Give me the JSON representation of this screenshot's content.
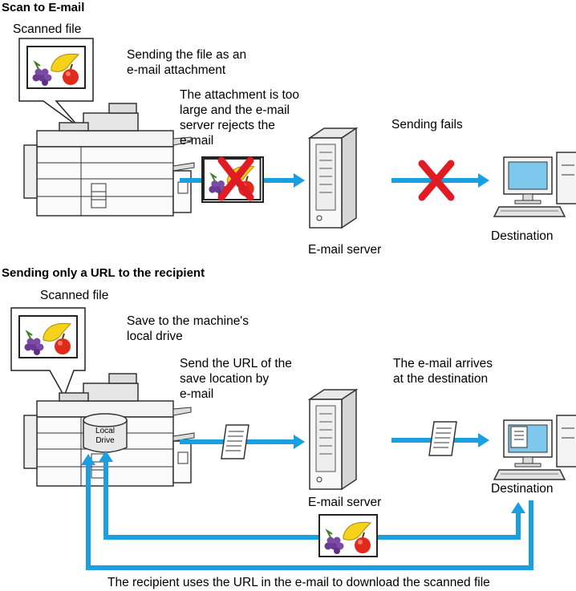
{
  "sections": {
    "scan_to_email": {
      "heading": "Scan to E-mail",
      "scanned_file_label": "Scanned file",
      "step_send_attachment": "Sending the file as an\ne-mail attachment",
      "step_reject": "The attachment is too\nlarge and the e-mail\nserver rejects the\ne-mail",
      "step_fail": "Sending fails",
      "server_label": "E-mail server",
      "destination_label": "Destination"
    },
    "send_url": {
      "heading": "Sending only a URL to the recipient",
      "scanned_file_label": "Scanned file",
      "step_save": "Save to the machine's\nlocal drive",
      "step_send_url": "Send the URL of the\nsave location by\ne-mail",
      "step_arrives": "The e-mail arrives\nat the destination",
      "local_drive_label": "Local\nDrive",
      "server_label": "E-mail server",
      "destination_label": "Destination",
      "footer_note": "The recipient uses the URL in the e-mail to download the scanned file"
    }
  },
  "colors": {
    "arrow": "#1a9fe0",
    "reject_x": "#e01b24",
    "outline": "#333333"
  },
  "icons": [
    "multifunction-printer-icon",
    "email-server-icon",
    "desktop-computer-icon",
    "fruit-image-icon",
    "document-icon",
    "reject-x-icon",
    "local-drive-icon"
  ]
}
